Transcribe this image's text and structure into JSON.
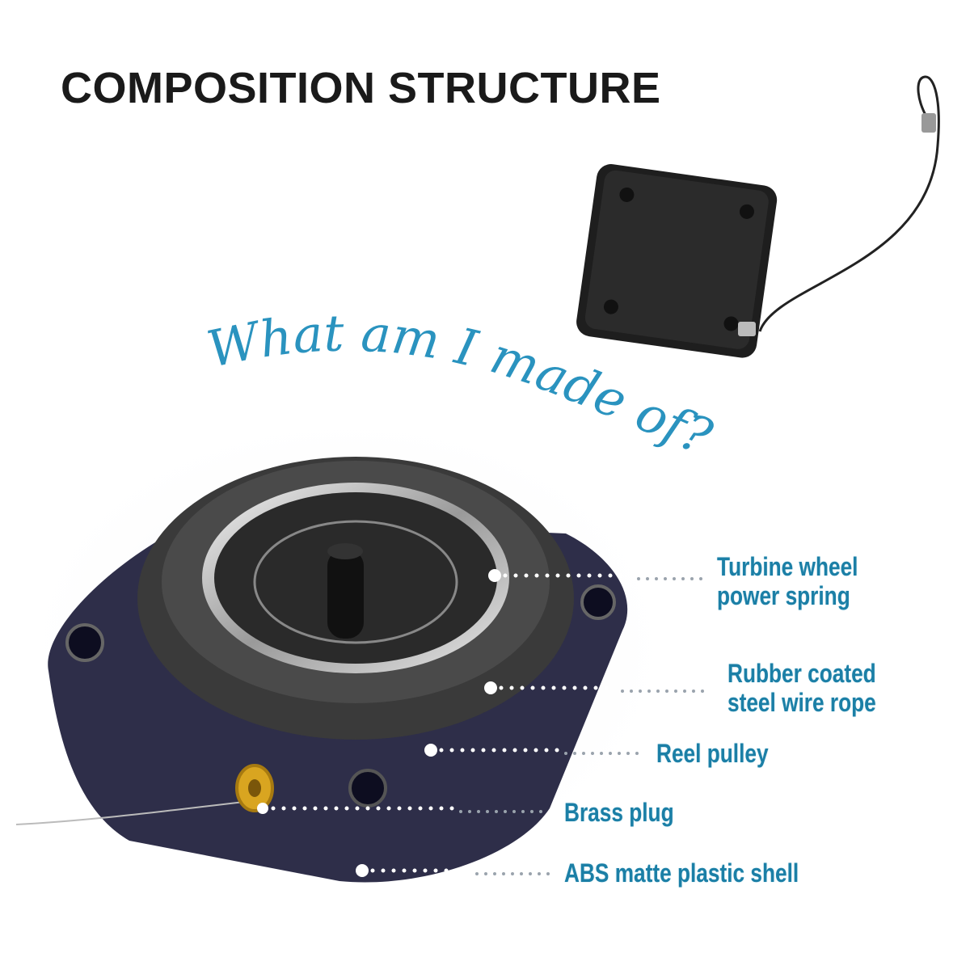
{
  "title": "COMPOSITION STRUCTURE",
  "tagline": "What am I made of?",
  "labels": [
    {
      "line1": "Turbine wheel",
      "line2": "power spring"
    },
    {
      "line1": "Rubber coated",
      "line2": "steel wire rope"
    },
    {
      "line1": "Reel pulley"
    },
    {
      "line1": "Brass plug"
    },
    {
      "line1": "ABS matte plastic shell"
    }
  ],
  "colors": {
    "label": "#1b7fa6",
    "tagline": "#2a93bf",
    "title": "#1a1a1a"
  }
}
